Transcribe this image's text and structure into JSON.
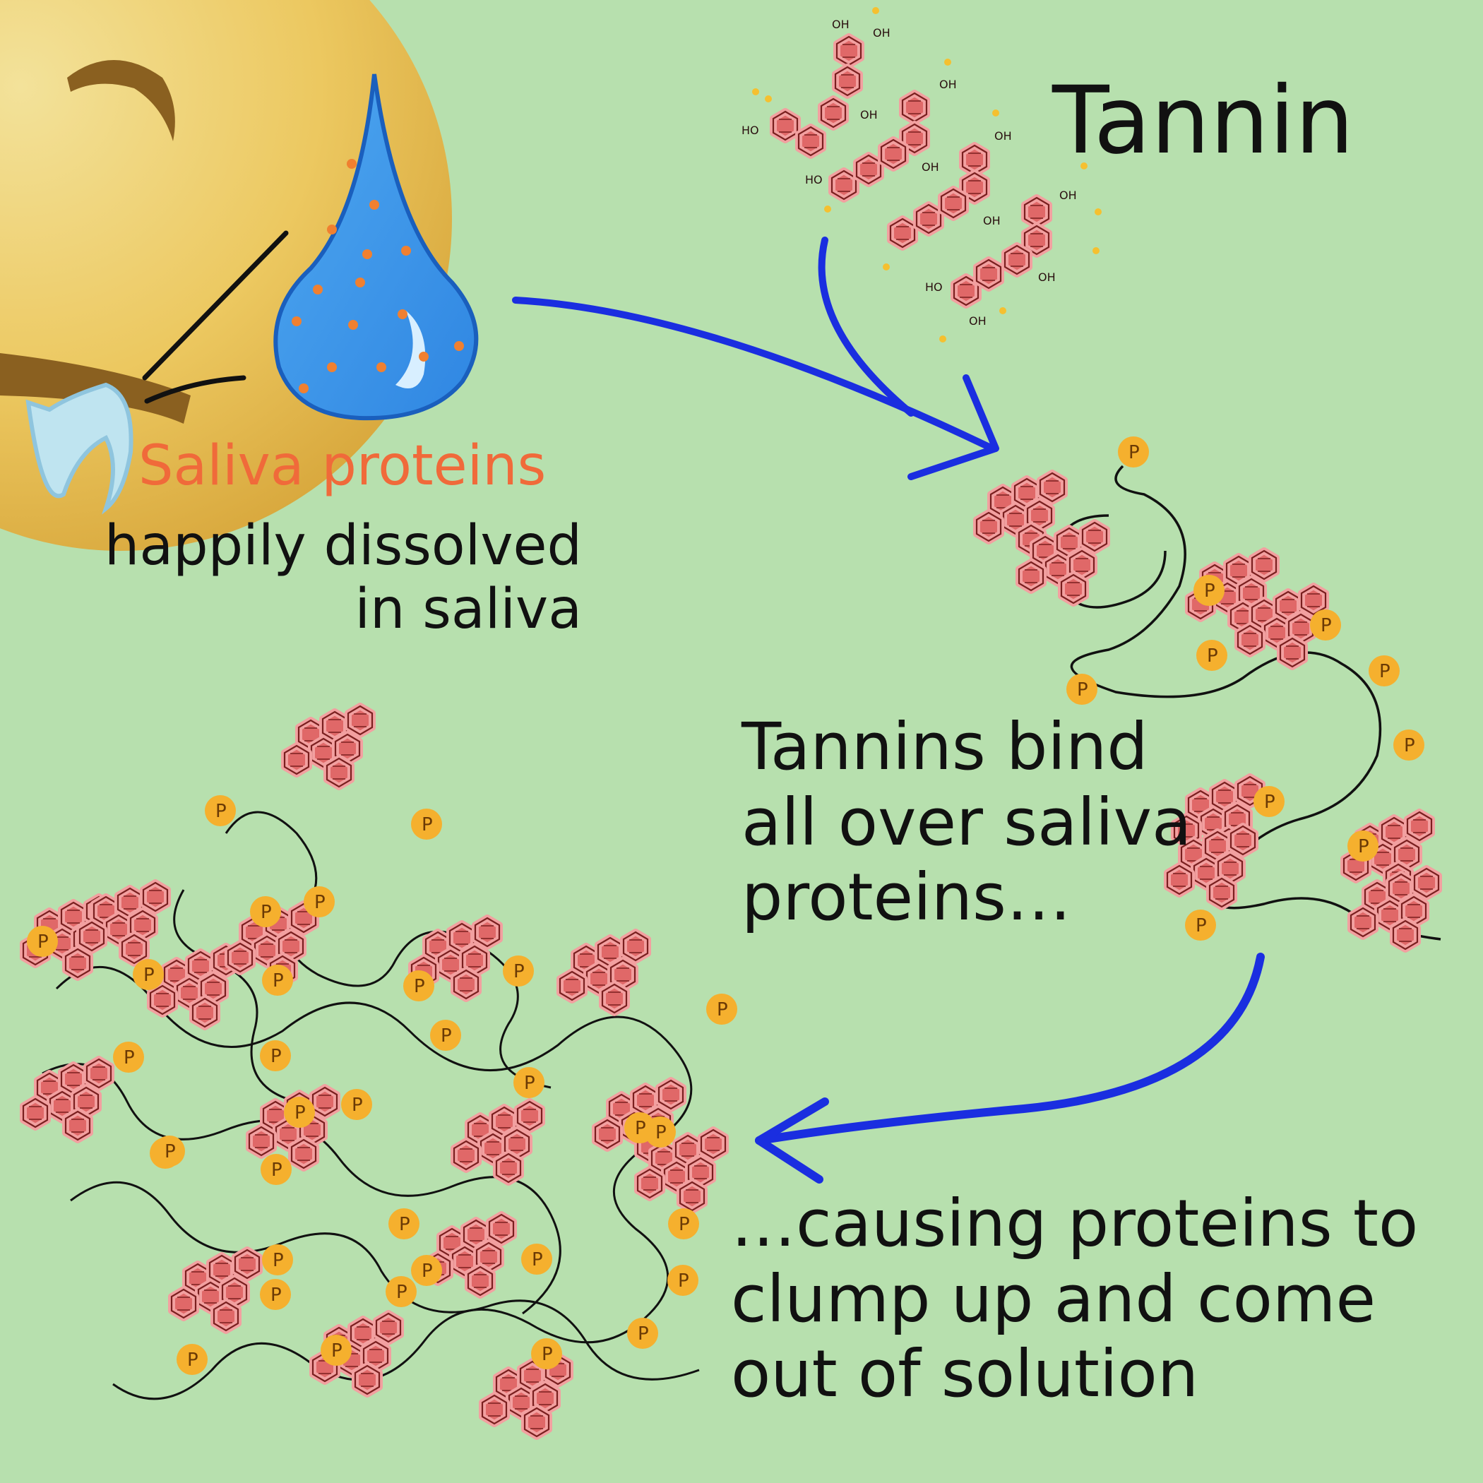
{
  "tannin_label": "Tannin",
  "saliva_proteins_label": "Saliva proteins",
  "dissolved_text": [
    "happily dissolved",
    "in saliva"
  ],
  "bind_text": [
    "Tannins bind",
    "all over saliva",
    "proteins…"
  ],
  "clump_text": [
    "…causing proteins to",
    "clump up and come",
    "out of solution"
  ],
  "molecule_labels": {
    "hydroxyl": "OH",
    "hydroxyl_left": "HO",
    "phosphate": "P"
  },
  "colors": {
    "background": "#b7e0ae",
    "face": "#ecc860",
    "drop": "#2f8ee8",
    "arrow": "#1a2ee0",
    "tannin": "#e06868",
    "phosphate": "#f5b02e",
    "label_accent": "#f06a3a"
  }
}
